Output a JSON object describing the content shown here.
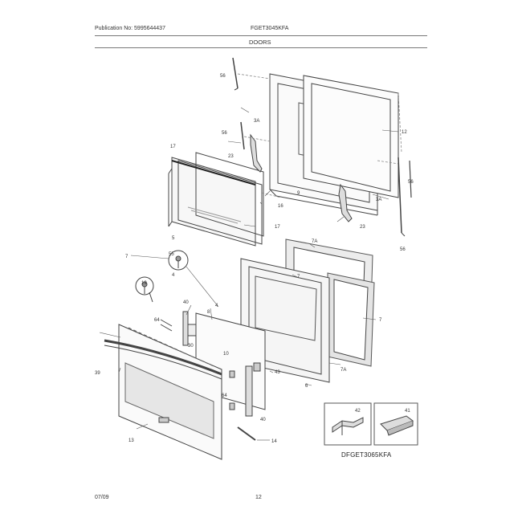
{
  "header": {
    "publication": "Publication No: 5995644437",
    "model": "FGET3045KFA",
    "section": "DOORS"
  },
  "footer": {
    "date": "07/09",
    "page": "12"
  },
  "model_tag": "DFGET3065KFA",
  "callouts": {
    "c56a": "56",
    "c56b": "56",
    "c56c": "56",
    "c56d": "56",
    "c3a_a": "3A",
    "c3a_b": "3A",
    "c12": "12",
    "c23a": "23",
    "c23b": "23",
    "c9": "9",
    "c17a": "17",
    "c17b": "17",
    "c16": "16",
    "c5": "5",
    "c7a": "7A",
    "c7b": "7A",
    "c7c": "7",
    "c7d": "7",
    "c7e": "7",
    "c55": "55",
    "c4a": "4",
    "c4b": "4",
    "c19": "19",
    "c64a": "64",
    "c64b": "64",
    "c40a": "40",
    "c40b": "40",
    "c30": "30",
    "c8": "8",
    "c10": "10",
    "c43": "43",
    "c39": "39",
    "c13": "13",
    "c14": "14",
    "c6": "6",
    "c42": "42",
    "c41": "41"
  }
}
